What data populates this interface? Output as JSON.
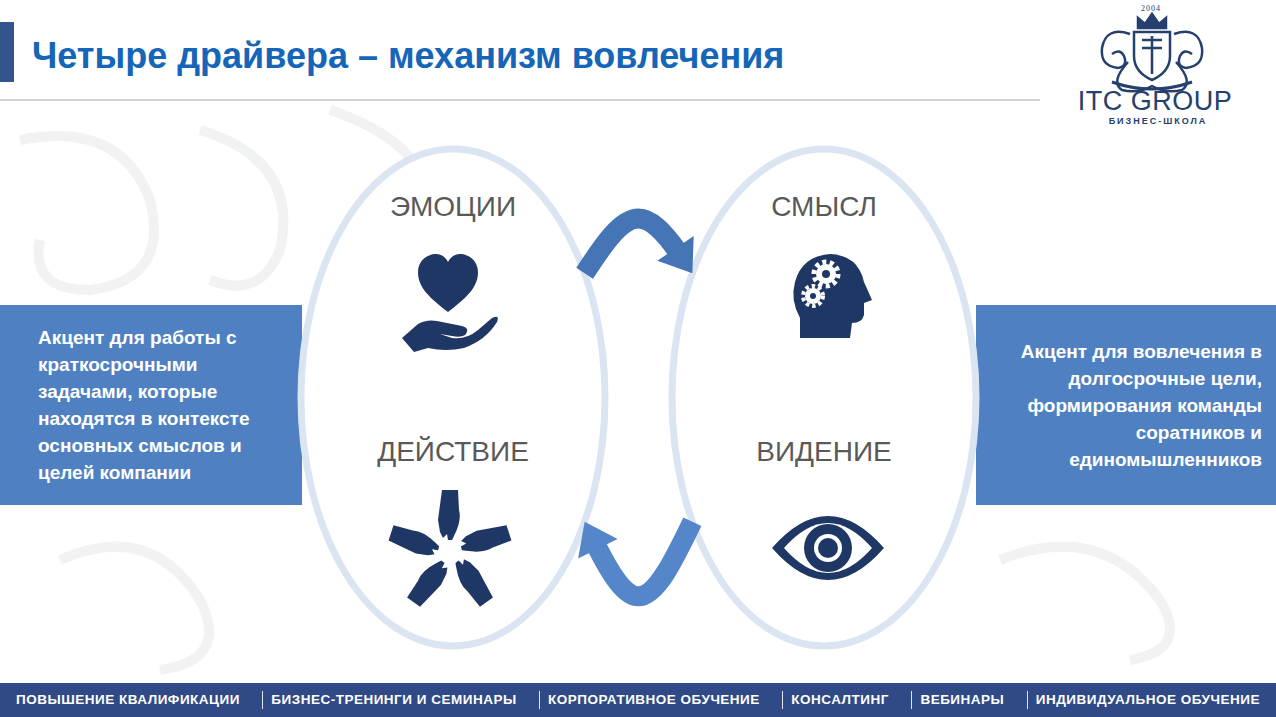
{
  "diagram": {
    "title": "Четыре драйвера – механизм вовлечения",
    "nodes": [
      {
        "text": [
          "ЭМОЦИИ",
          "ДЕЙСТВИЕ"
        ]
      },
      {
        "text": [
          "СМЫСЛ",
          "ВИДЕНИЕ"
        ]
      },
      {
        "text": [
          "Акцент для работы с краткосрочными задачами, которые находятся в контексте основных смыслов и целей компании"
        ]
      },
      {
        "text": [
          "Акцент для вовлечения в долгосрочные цели, формирования команды соратников и единомышленников"
        ]
      },
      {
        "text": [
          "ПОВЫШЕНИЕ КВАЛИФИКАЦИИ",
          "БИЗНЕС-ТРЕНИНГИ И СЕМИНАРЫ",
          "КОРПОРАТИВНОЕ ОБУЧЕНИЕ",
          "КОНСАЛТИНГ",
          "ВЕБИНАРЫ",
          "ИНДИВИДУАЛЬНОЕ ОБУЧЕНИЕ"
        ]
      }
    ],
    "edges": [
      {
        "from": 0,
        "to": 1,
        "arrow": "to"
      },
      {
        "from": 1,
        "to": 0,
        "arrow": "to"
      }
    ],
    "labels": [
      "2004",
      "ITC GROUP",
      "БИЗНЕС-ШКОЛА"
    ]
  }
}
